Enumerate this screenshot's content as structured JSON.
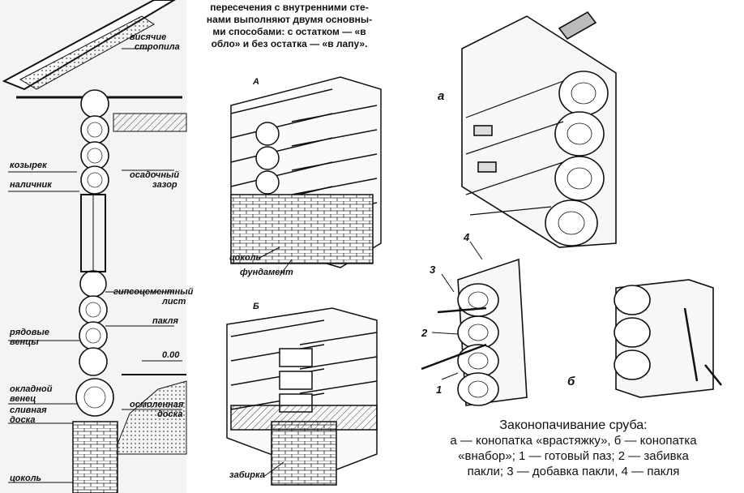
{
  "intro_text": [
    "пересечения с внутренними сте-",
    "нами выполняют двумя основны-",
    "ми способами: с остатком — «в",
    "обло» и без остатка — «в лапу»."
  ],
  "left_labels": {
    "hanging_rafters": [
      "висячие",
      "стропила"
    ],
    "visor": "козырек",
    "casing": "наличник",
    "settlement_gap": [
      "осадочный",
      "зазор"
    ],
    "gypsum_sheet": [
      "гипсоцементный",
      "лист"
    ],
    "tow": "пакля",
    "row_crowns": [
      "рядовые",
      "венцы"
    ],
    "level": "0.00",
    "base_crown": [
      "окладной",
      "венец"
    ],
    "drip_board": [
      "сливная",
      "доска"
    ],
    "tarred_board": [
      "осмоленная",
      "доска"
    ],
    "plinth": "цоколь"
  },
  "middle_labels": {
    "variant_a": "А",
    "variant_b": "Б",
    "plinth": "цоколь",
    "foundation": "фундамент",
    "skirt": "забирка"
  },
  "right_labels": {
    "a": "а",
    "b": "б",
    "n1": "1",
    "n2": "2",
    "n3": "3",
    "n4": "4"
  },
  "caption": {
    "title": "Законопачивание сруба:",
    "lines": [
      "а — конопатка «врастяжку», б — конопатка",
      "«внабор»; 1 — готовый паз; 2 — забивка",
      "пакли; 3 — добавка пакли, 4 — пакля"
    ]
  }
}
